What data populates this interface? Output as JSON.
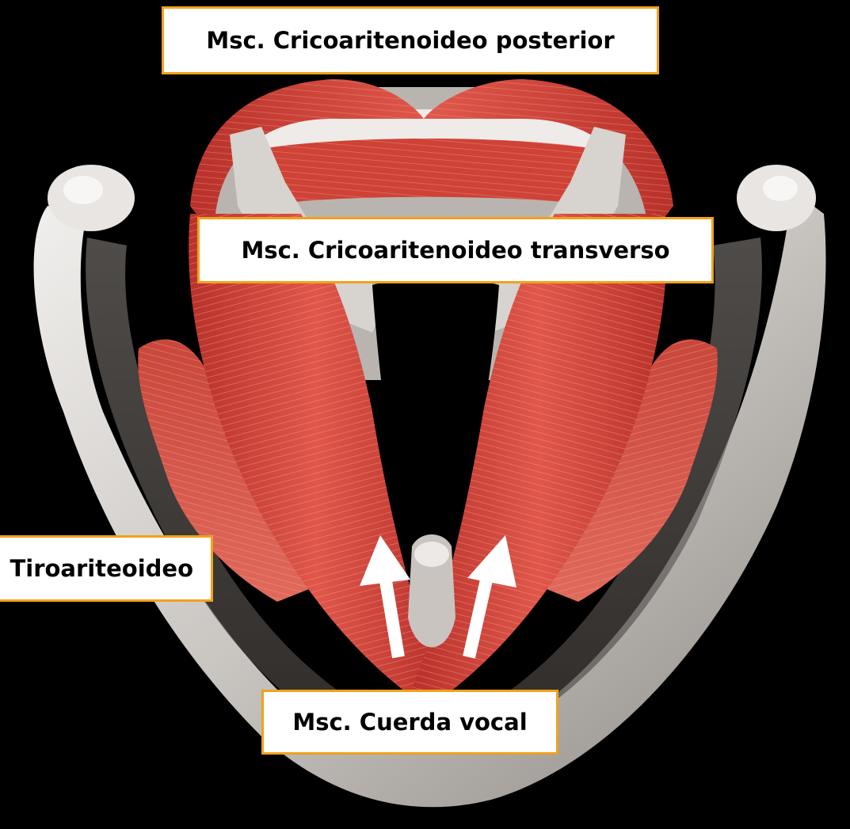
{
  "labels": {
    "posterior": "Msc. Cricoaritenoideo posterior",
    "transverso": "Msc. Cricoaritenoideo transverso",
    "tiroaritenoideo": "Tiroariteoideo",
    "cuerda_vocal": "Msc. Cuerda vocal"
  },
  "colors": {
    "background": "#000000",
    "cartilage": "#d9d6d3",
    "muscle": "#d8453a",
    "label_border": "#f0a21c",
    "arrow": "#ffffff"
  },
  "arrows": [
    "arrow-up-icon",
    "arrow-up-icon"
  ]
}
